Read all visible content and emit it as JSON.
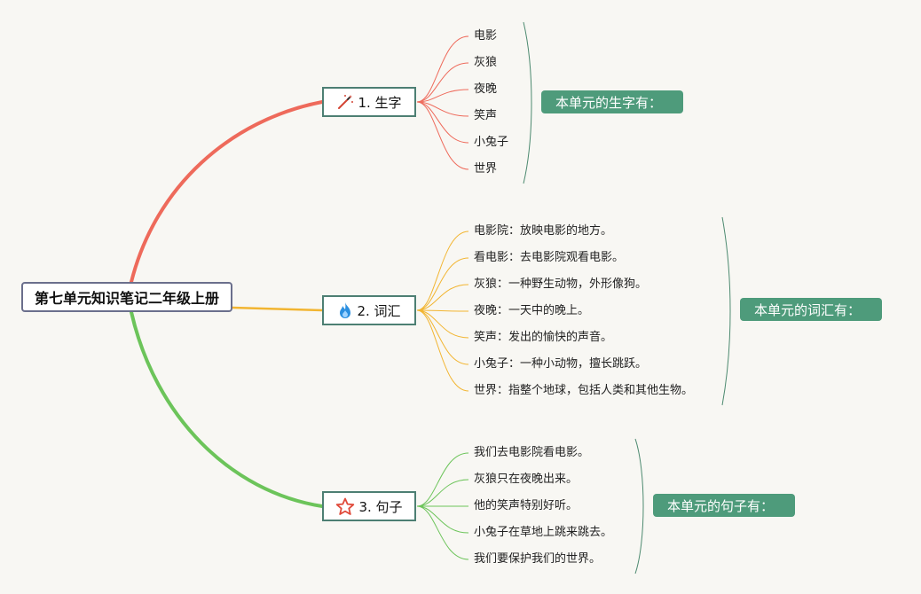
{
  "root": {
    "title": "第七单元知识笔记二年级上册"
  },
  "colors": {
    "branch1": "#ee6a5b",
    "branch2": "#f2b531",
    "branch3": "#6cc45a",
    "bracket": "#4d8a70",
    "summary_bg": "#4e9b7b"
  },
  "branches": [
    {
      "label": "1. 生字",
      "icon": "magic-wand-icon",
      "summary": "本单元的生字有：",
      "items": [
        "电影",
        "灰狼",
        "夜晚",
        "笑声",
        "小兔子",
        "世界"
      ]
    },
    {
      "label": "2. 词汇",
      "icon": "fire-icon",
      "summary": "本单元的词汇有：",
      "items": [
        "电影院：放映电影的地方。",
        "看电影：去电影院观看电影。",
        "灰狼：一种野生动物，外形像狗。",
        "夜晚：一天中的晚上。",
        "笑声：发出的愉快的声音。",
        "小兔子：一种小动物，擅长跳跃。",
        "世界：指整个地球，包括人类和其他生物。"
      ]
    },
    {
      "label": "3. 句子",
      "icon": "star-icon",
      "summary": "本单元的句子有：",
      "items": [
        "我们去电影院看电影。",
        "灰狼只在夜晚出来。",
        "他的笑声特别好听。",
        "小兔子在草地上跳来跳去。",
        "我们要保护我们的世界。"
      ]
    }
  ]
}
